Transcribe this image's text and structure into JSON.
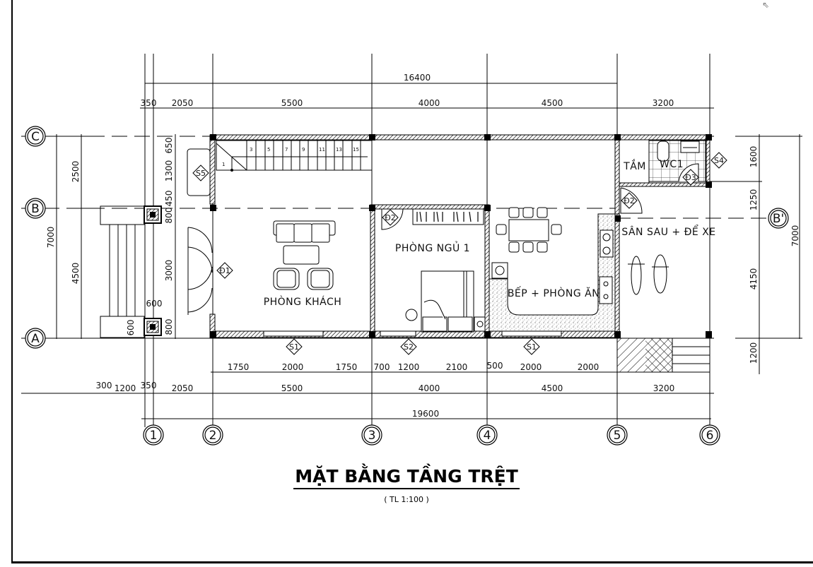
{
  "title": "MẶT BẰNG TẦNG TRỆT",
  "scale": "( TL 1:100 )",
  "axes": {
    "rows": [
      "C",
      "B",
      "A"
    ],
    "row_right": "B'",
    "cols": [
      "1",
      "2",
      "3",
      "4",
      "5",
      "6"
    ]
  },
  "rooms": {
    "living": "PHÒNG KHÁCH",
    "bedroom": "PHÒNG NGỦ 1",
    "kitchen": "BẾP + PHÒNG ĂN",
    "backyard": "SÂN SAU + ĐỂ XE",
    "shower": "TẮM",
    "wc": "WC1"
  },
  "tags": {
    "d1": "Đ1",
    "d2a": "Đ2",
    "d2b": "Đ2",
    "d3": "Đ3",
    "s1a": "S1",
    "s1b": "S1",
    "s2": "S2",
    "s4": "S4",
    "s5": "S5"
  },
  "stairs": [
    "1",
    "3",
    "5",
    "7",
    "9",
    "11",
    "13",
    "15"
  ],
  "dims_top": {
    "total": "16400",
    "segments": [
      "350",
      "2050",
      "5500",
      "4000",
      "4500",
      "3200"
    ]
  },
  "dims_bottom": {
    "openings": [
      "1750",
      "2000",
      "1750",
      "700",
      "1200",
      "2100",
      "500",
      "2000",
      "2000"
    ],
    "grid": [
      "300",
      "1200",
      "350",
      "2050",
      "5500",
      "4000",
      "4500",
      "3200"
    ],
    "total": "19600"
  },
  "dims_left": {
    "outer_total": "7000",
    "outer": [
      "2500",
      "4500"
    ],
    "inner": [
      "650",
      "1300",
      "450",
      "800",
      "3000",
      "800"
    ],
    "column": [
      "600",
      "600"
    ]
  },
  "dims_right": {
    "inner": [
      "1600",
      "1250",
      "4150",
      "1200"
    ],
    "outer_total": "7000"
  }
}
